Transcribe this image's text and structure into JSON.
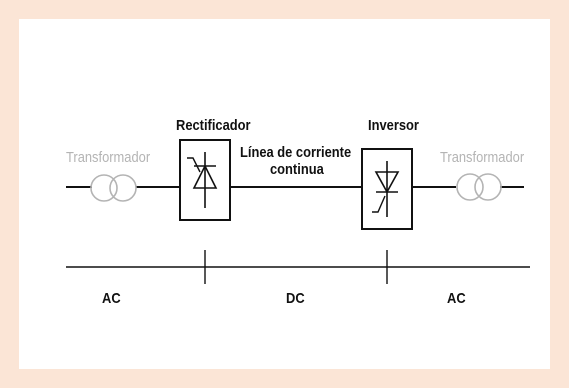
{
  "diagram": {
    "labels": {
      "transformer_left": "Transformador",
      "rectifier": "Rectificador",
      "dc_line_1": "Línea de corriente",
      "dc_line_2": "continua",
      "inverter": "Inversor",
      "transformer_right": "Transformador",
      "ac_left": "AC",
      "dc": "DC",
      "ac_right": "AC"
    },
    "colors": {
      "background": "#fbe5d6",
      "panel": "#ffffff",
      "line": "#111111",
      "transformer": "#b4b4b4"
    }
  }
}
